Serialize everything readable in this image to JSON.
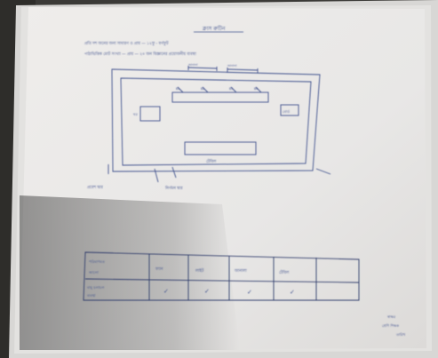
{
  "document": {
    "heading": "ক্লাস রুটিন",
    "line1": "প্রতি দশ জনের জন্য সাধারণ ও প্রায় — ১২ফু - বর্গফুট",
    "line2": "পাঠাভিত্তিক মোট সংখ্যা — প্রায় — ২০ জন বিজ্ঞানের প্রয়োজনীয় ব্যবস্থা",
    "plan": {
      "top_labels": [
        "জানালা",
        "জানালা"
      ],
      "bench_labels": [
        "B1",
        "B2",
        "B3",
        "B4"
      ],
      "left_box": "ঘর",
      "right_box": "বোর্ড",
      "table_label": "টেবিল",
      "door_left": "প্রবেশ দ্বার",
      "door_right": "নির্গমন দ্বার"
    },
    "table": {
      "row1_label": "পরিমাণমত",
      "row1_label_2": "আলো",
      "row2_label": "বায়ু চলাচল",
      "row2_label_2": "ব্যবস্থা",
      "columns": [
        "ফ্যান",
        "লাইট",
        "জানালা",
        "টেবিল",
        ""
      ],
      "checks": [
        "✓",
        "✓",
        "✓",
        "✓",
        ""
      ]
    },
    "signature": [
      "স্বাক্ষর",
      "শ্রেণি শিক্ষক",
      "তারিখ"
    ]
  }
}
